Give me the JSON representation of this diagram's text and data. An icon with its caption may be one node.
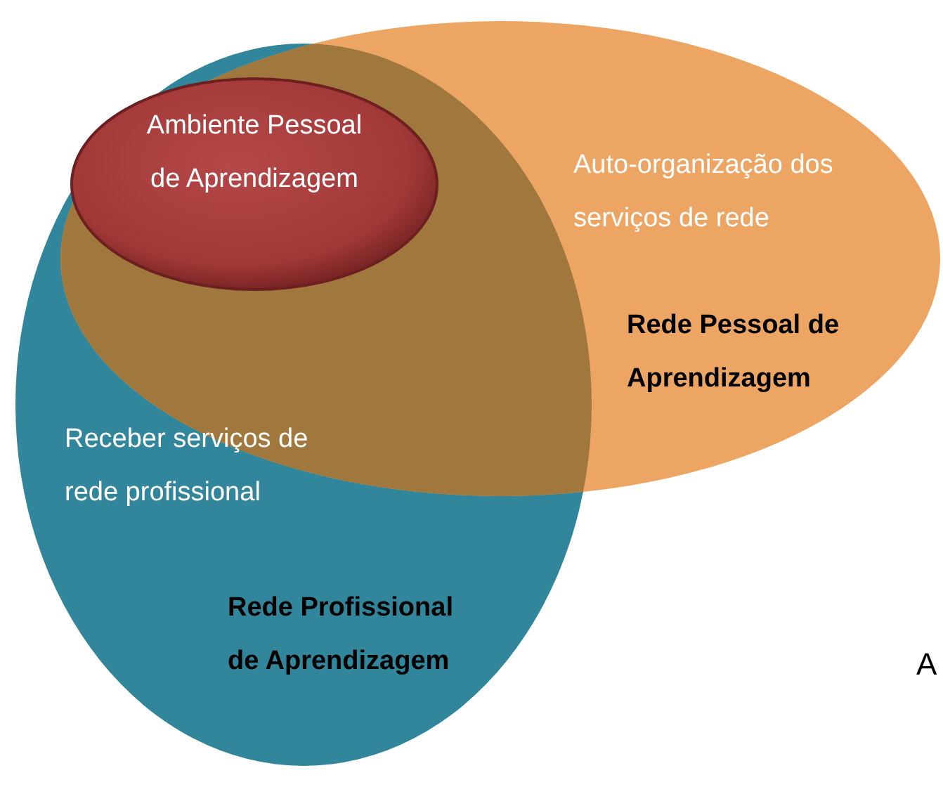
{
  "diagram": {
    "nodes": [
      {
        "text": [
          "Ambiente Pessoal de Aprendizagem"
        ]
      },
      {
        "text": [
          "Auto-organização dos serviços de rede",
          "Rede Pessoal de Aprendizagem"
        ]
      },
      {
        "text": [
          "Receber serviços de rede profissional",
          "Rede Profissional de Aprendizagem"
        ]
      }
    ],
    "labels": [
      "A"
    ]
  }
}
